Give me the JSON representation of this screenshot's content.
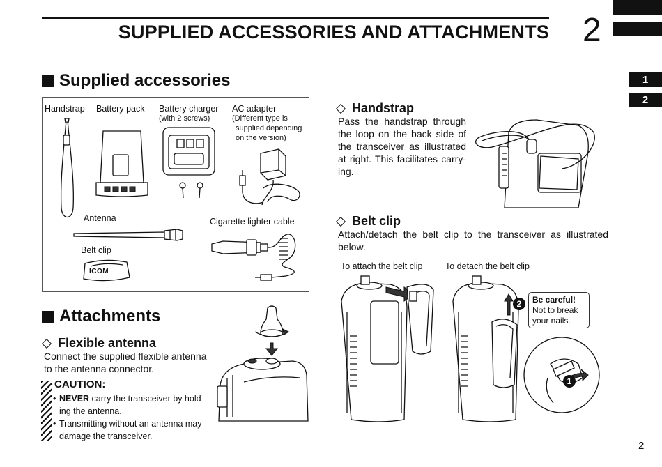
{
  "header": {
    "title": "SUPPLIED ACCESSORIES AND ATTACHMENTS",
    "chapter": "2"
  },
  "side_tabs": [
    "1",
    "2"
  ],
  "supplied": {
    "heading": "Supplied accessories",
    "items": {
      "handstrap": "Handstrap",
      "battery_pack": "Battery pack",
      "battery_charger": "Battery charger",
      "battery_charger_note": "(with 2 screws)",
      "ac_adapter": "AC adapter",
      "ac_adapter_note_1": "(Different type is",
      "ac_adapter_note_2": "supplied depending",
      "ac_adapter_note_3": "on the version)",
      "antenna": "Antenna",
      "cigarette_cable": "Cigarette lighter cable",
      "belt_clip": "Belt clip",
      "clip_logo": "ICOM"
    }
  },
  "handstrap_section": {
    "heading": "Handstrap",
    "lines": [
      "Pass the handstrap through",
      "the loop on the back side of",
      "the transceiver as illustrated",
      "at right. This facilitates carry-",
      "ing."
    ]
  },
  "belt_clip_section": {
    "heading": "Belt clip",
    "lines": [
      "Attach/detach the belt clip to the transceiver as illustrated",
      "below."
    ],
    "attach_caption": "To attach the belt clip",
    "detach_caption": "To detach the belt clip",
    "careful_title": "Be careful!",
    "careful_line1": "Not to break",
    "careful_line2": "your nails.",
    "step1": "1",
    "step2": "2"
  },
  "attachments": {
    "heading": "Attachments",
    "flexible_antenna": {
      "heading": "Flexible antenna",
      "lines": [
        "Connect the supplied flexible antenna",
        "to the antenna connector."
      ]
    }
  },
  "caution": {
    "title": "CAUTION:",
    "item1_bold": "NEVER",
    "item1_rest": " carry the transceiver by hold-",
    "item1_line2": "ing the antenna.",
    "item2_line1": "Transmitting without an antenna may",
    "item2_line2": "damage the transceiver."
  },
  "page_number": "2"
}
